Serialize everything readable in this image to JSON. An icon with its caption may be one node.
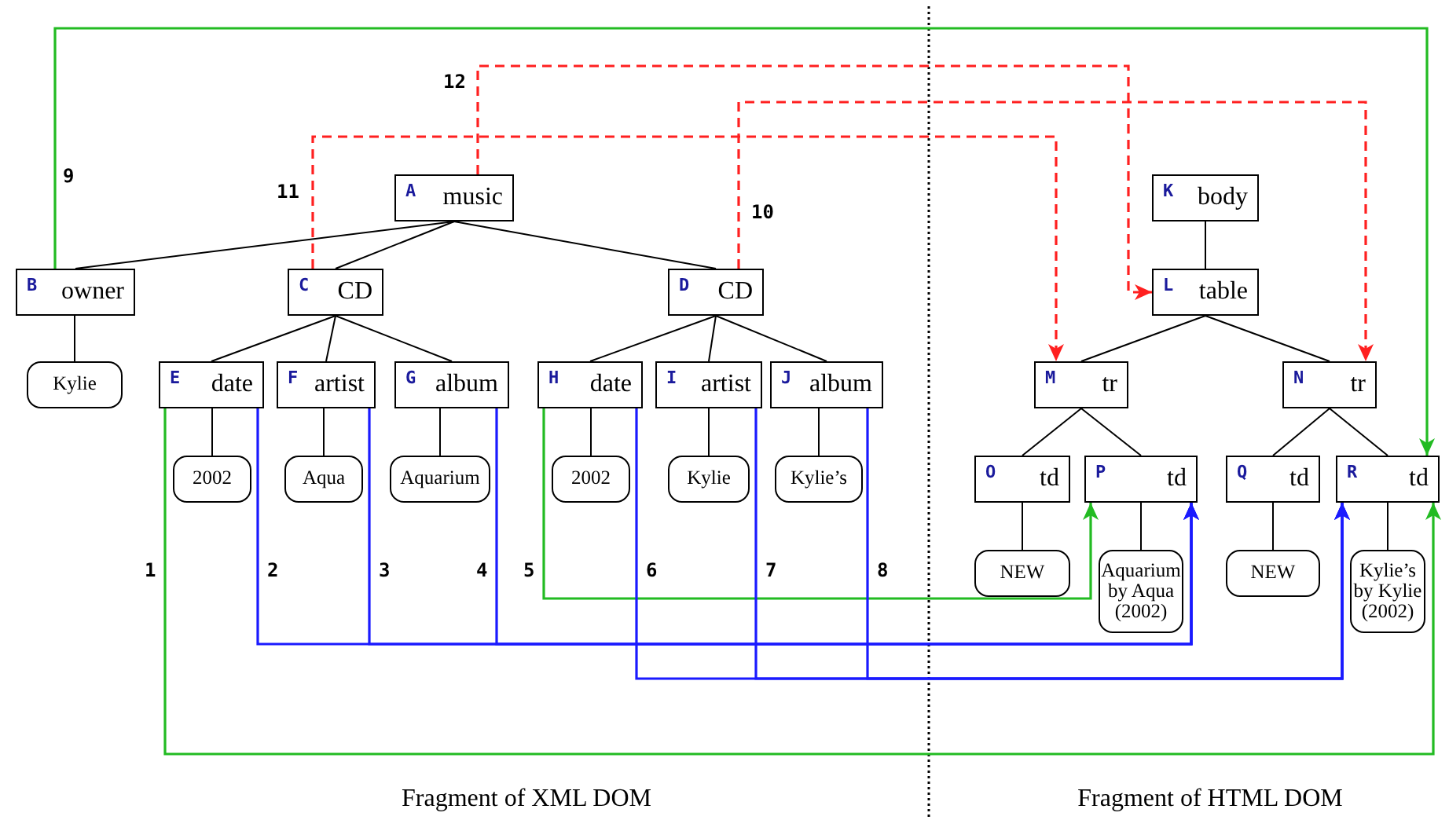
{
  "diagram": {
    "nodes": [
      {
        "text": [
          "A",
          "music"
        ]
      },
      {
        "text": [
          "K",
          "body"
        ]
      },
      {
        "text": [
          "B",
          "owner"
        ]
      },
      {
        "text": [
          "C",
          "CD"
        ]
      },
      {
        "text": [
          "D",
          "CD"
        ]
      },
      {
        "text": [
          "L",
          "table"
        ]
      },
      {
        "text": [
          "Kylie"
        ]
      },
      {
        "text": [
          "E",
          "date"
        ]
      },
      {
        "text": [
          "F",
          "artist"
        ]
      },
      {
        "text": [
          "G",
          "album"
        ]
      },
      {
        "text": [
          "H",
          "date"
        ]
      },
      {
        "text": [
          "I",
          "artist"
        ]
      },
      {
        "text": [
          "J",
          "album"
        ]
      },
      {
        "text": [
          "M",
          "tr"
        ]
      },
      {
        "text": [
          "N",
          "tr"
        ]
      },
      {
        "text": [
          "2002"
        ]
      },
      {
        "text": [
          "Aqua"
        ]
      },
      {
        "text": [
          "Aquarium"
        ]
      },
      {
        "text": [
          "2002"
        ]
      },
      {
        "text": [
          "Kylie"
        ]
      },
      {
        "text": [
          "Kylie’s"
        ]
      },
      {
        "text": [
          "O",
          "td"
        ]
      },
      {
        "text": [
          "P",
          "td"
        ]
      },
      {
        "text": [
          "Q",
          "td"
        ]
      },
      {
        "text": [
          "R",
          "td"
        ]
      },
      {
        "text": [
          "NEW"
        ]
      },
      {
        "text": [
          "Aquarium by Aqua (2002)"
        ]
      },
      {
        "text": [
          "NEW"
        ]
      },
      {
        "text": [
          "Kylie’s by Kylie (2002)"
        ]
      }
    ],
    "edges": [
      {
        "from": 0,
        "to": 2,
        "arrow": "none"
      },
      {
        "from": 0,
        "to": 3,
        "arrow": "none"
      },
      {
        "from": 0,
        "to": 4,
        "arrow": "none"
      },
      {
        "from": 2,
        "to": 6,
        "arrow": "none"
      },
      {
        "from": 3,
        "to": 7,
        "arrow": "none"
      },
      {
        "from": 3,
        "to": 8,
        "arrow": "none"
      },
      {
        "from": 3,
        "to": 9,
        "arrow": "none"
      },
      {
        "from": 4,
        "to": 10,
        "arrow": "none"
      },
      {
        "from": 4,
        "to": 11,
        "arrow": "none"
      },
      {
        "from": 4,
        "to": 12,
        "arrow": "none"
      },
      {
        "from": 7,
        "to": 15,
        "arrow": "none"
      },
      {
        "from": 8,
        "to": 16,
        "arrow": "none"
      },
      {
        "from": 9,
        "to": 17,
        "arrow": "none"
      },
      {
        "from": 10,
        "to": 18,
        "arrow": "none"
      },
      {
        "from": 11,
        "to": 19,
        "arrow": "none"
      },
      {
        "from": 12,
        "to": 20,
        "arrow": "none"
      },
      {
        "from": 1,
        "to": 5,
        "arrow": "none"
      },
      {
        "from": 5,
        "to": 13,
        "arrow": "none"
      },
      {
        "from": 5,
        "to": 14,
        "arrow": "none"
      },
      {
        "from": 13,
        "to": 21,
        "arrow": "none"
      },
      {
        "from": 13,
        "to": 22,
        "arrow": "none"
      },
      {
        "from": 14,
        "to": 23,
        "arrow": "none"
      },
      {
        "from": 14,
        "to": 24,
        "arrow": "none"
      },
      {
        "from": 21,
        "to": 25,
        "arrow": "none"
      },
      {
        "from": 22,
        "to": 26,
        "arrow": "none"
      },
      {
        "from": 23,
        "to": 27,
        "arrow": "none"
      },
      {
        "from": 24,
        "to": 28,
        "arrow": "none"
      },
      {
        "from": 7,
        "to": 24,
        "arrow": "to",
        "label": "1",
        "color": "#22bb22"
      },
      {
        "from": 7,
        "to": 22,
        "arrow": "to",
        "label": "2",
        "color": "#1a1aff"
      },
      {
        "from": 8,
        "to": 22,
        "arrow": "to",
        "label": "3",
        "color": "#1a1aff"
      },
      {
        "from": 9,
        "to": 22,
        "arrow": "to",
        "label": "4",
        "color": "#1a1aff"
      },
      {
        "from": 10,
        "to": 22,
        "arrow": "to",
        "label": "5",
        "color": "#22bb22"
      },
      {
        "from": 10,
        "to": 24,
        "arrow": "to",
        "label": "6",
        "color": "#1a1aff"
      },
      {
        "from": 11,
        "to": 24,
        "arrow": "to",
        "label": "7",
        "color": "#1a1aff"
      },
      {
        "from": 12,
        "to": 24,
        "arrow": "to",
        "label": "8",
        "color": "#1a1aff"
      },
      {
        "from": 2,
        "to": 24,
        "arrow": "to",
        "label": "9",
        "color": "#22bb22"
      },
      {
        "from": 4,
        "to": 14,
        "arrow": "to",
        "label": "10",
        "style": "dashed",
        "color": "#ff2020"
      },
      {
        "from": 3,
        "to": 13,
        "arrow": "to",
        "label": "11",
        "style": "dashed",
        "color": "#ff2020"
      },
      {
        "from": 0,
        "to": 5,
        "arrow": "to",
        "label": "12",
        "style": "dashed",
        "color": "#ff2020"
      }
    ],
    "labels": [
      "Fragment of XML DOM",
      "Fragment of HTML DOM"
    ]
  }
}
